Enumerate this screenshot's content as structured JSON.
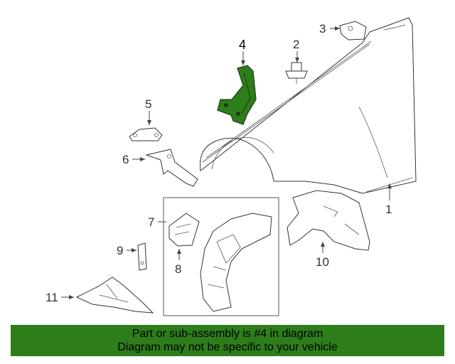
{
  "banner": {
    "line1": "Part or sub-assembly is #4 in diagram",
    "line2": "Diagram may not be specific to your vehicle",
    "background_color": "#2e7d1b"
  },
  "highlight_color": "#2e7d1b",
  "callouts": {
    "c1": "1",
    "c2": "2",
    "c3": "3",
    "c4": "4",
    "c5": "5",
    "c6": "6",
    "c7": "7",
    "c8": "8",
    "c9": "9",
    "c10": "10",
    "c11": "11"
  }
}
